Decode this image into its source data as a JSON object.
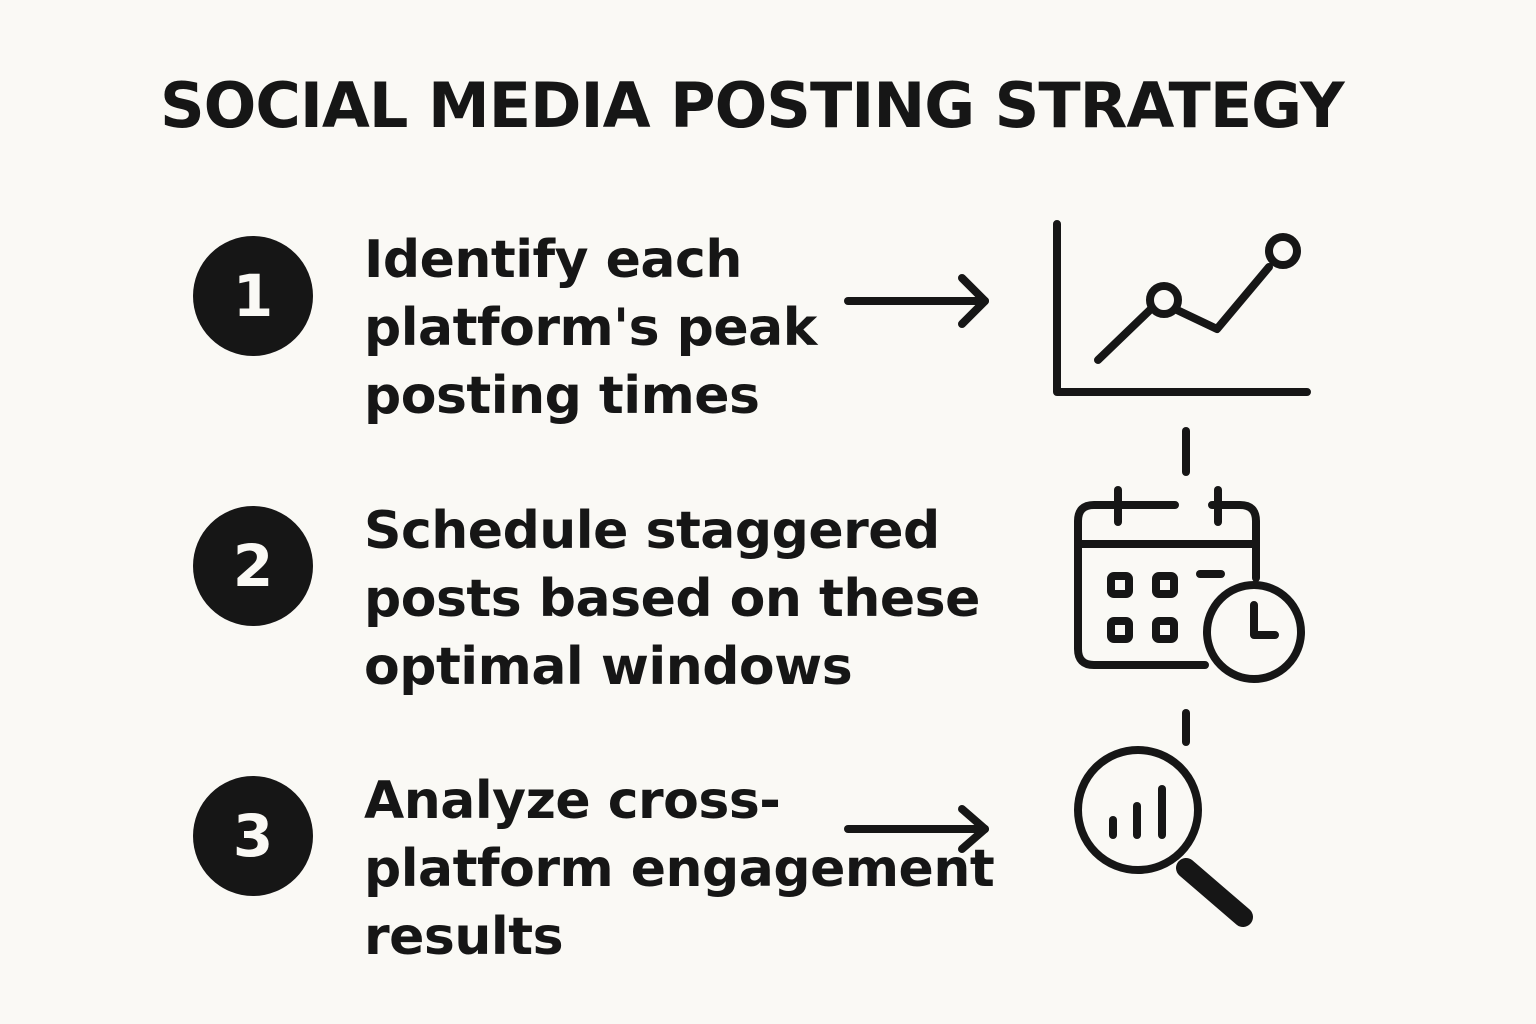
{
  "title": "SOCIAL MEDIA POSTING STRATEGY",
  "steps": [
    {
      "number": "1",
      "text": "Identify each platform's peak posting times",
      "icon": "line-chart-icon"
    },
    {
      "number": "2",
      "text": "Schedule staggered posts based on these optimal windows",
      "icon": "calendar-clock-icon"
    },
    {
      "number": "3",
      "text": "Analyze cross-platform engagement results",
      "icon": "magnifier-bar-chart-icon"
    }
  ],
  "colors": {
    "background": "#faf9f5",
    "ink": "#161616"
  }
}
